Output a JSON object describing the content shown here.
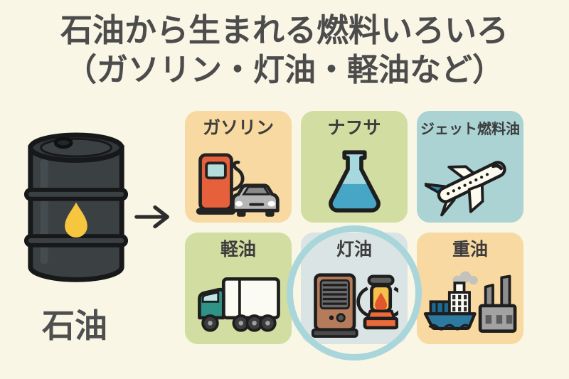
{
  "title": {
    "line1": "石油から生まれる燃料いろいろ",
    "line2": "（ガソリン・灯油・軽油など）"
  },
  "source": {
    "label": "石油",
    "icon": "oil-barrel-icon"
  },
  "arrow": {
    "icon": "arrow-right-icon",
    "glyph": "→"
  },
  "cards": [
    {
      "label": "ガソリン",
      "icon": "gas-pump-car-icon",
      "bg": "#f8d9a1",
      "highlighted": false
    },
    {
      "label": "ナフサ",
      "icon": "flask-icon",
      "bg": "#d2dda1",
      "highlighted": false
    },
    {
      "label": "ジェット燃料油",
      "icon": "airplane-icon",
      "bg": "#abd3d4",
      "highlighted": false
    },
    {
      "label": "軽油",
      "icon": "truck-icon",
      "bg": "#d2dda1",
      "highlighted": false
    },
    {
      "label": "灯油",
      "icon": "heater-lantern-icon",
      "bg": "#dbe4e4",
      "highlighted": true
    },
    {
      "label": "重油",
      "icon": "ship-factory-icon",
      "bg": "#f8d9a1",
      "highlighted": false
    }
  ],
  "colors": {
    "background": "#f9f6e6",
    "title_text": "#4c4c4c",
    "card_label_text": "#3d3d3d",
    "card_orange": "#f8d9a1",
    "card_green": "#d2dda1",
    "card_blue": "#abd3d4",
    "card_kerosene": "#dbe4e4",
    "highlight_ring": "#a9d6da",
    "oil_drop_yellow": "#f6c63f",
    "barrel_body": "#3b4043",
    "pump_red": "#e7603c",
    "truck_teal": "#2f9387",
    "ship_blue": "#2d7aa1"
  }
}
